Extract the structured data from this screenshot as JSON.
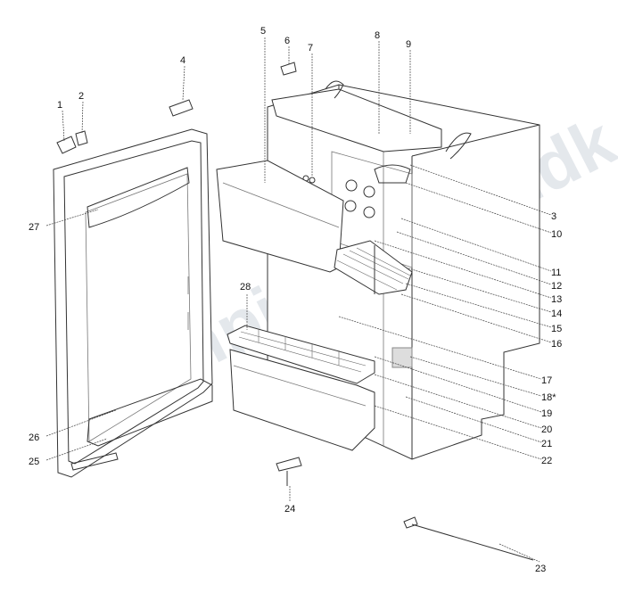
{
  "title": "Refrigerator exploded parts diagram",
  "watermark": {
    "part1": "camping",
    "part2": "priser",
    "part3": ".dk",
    "color_main": "#8a9aae",
    "color_accent": "#4da3e0",
    "color_dot": "#c9d23a"
  },
  "labels": [
    "1",
    "2",
    "3",
    "4",
    "5",
    "6",
    "7",
    "8",
    "9",
    "10",
    "11",
    "12",
    "13",
    "14",
    "15",
    "16",
    "17",
    "18*",
    "19",
    "20",
    "21",
    "22",
    "23",
    "24",
    "25",
    "26",
    "27",
    "28"
  ]
}
